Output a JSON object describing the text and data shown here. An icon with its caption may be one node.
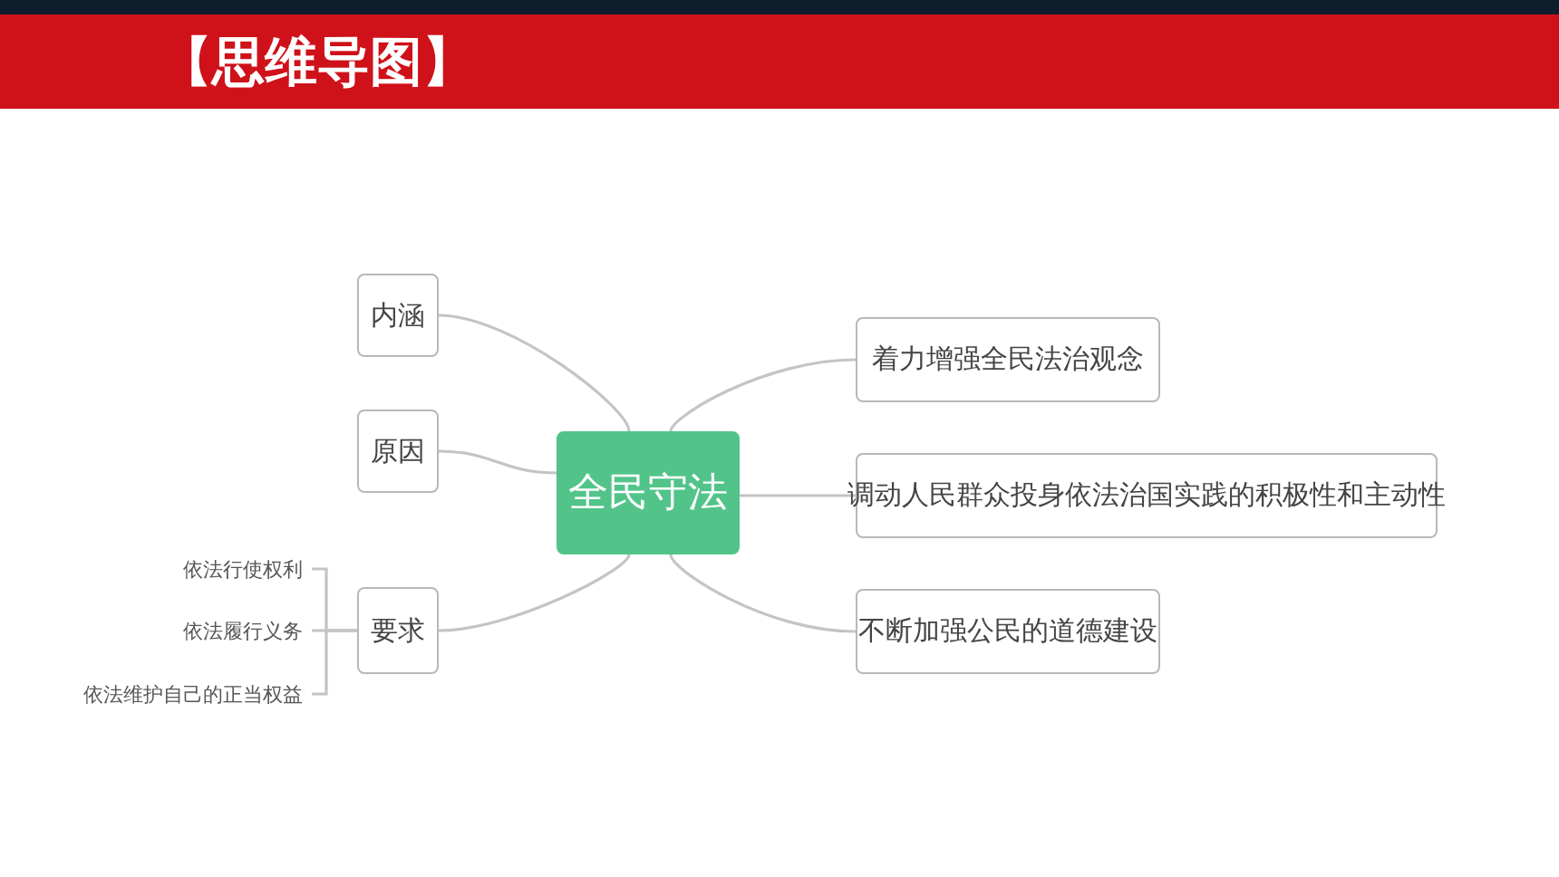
{
  "diagram": {
    "title": "【思维导图】",
    "nodes": [
      {
        "text": [
          "全民守法"
        ]
      },
      {
        "text": [
          "内涵"
        ]
      },
      {
        "text": [
          "原因"
        ]
      },
      {
        "text": [
          "要求"
        ]
      },
      {
        "text": [
          "着力增强全民法治观念"
        ]
      },
      {
        "text": [
          "调动人民群众投身依法治国实践的积极性和主动性"
        ]
      },
      {
        "text": [
          "不断加强公民的道德建设"
        ]
      },
      {
        "text": [
          "依法行使权利"
        ]
      },
      {
        "text": [
          "依法履行义务"
        ]
      },
      {
        "text": [
          "依法维护自己的正当权益"
        ]
      }
    ],
    "edges": [
      {
        "from": 0,
        "to": 1,
        "arrow": "none"
      },
      {
        "from": 0,
        "to": 2,
        "arrow": "none"
      },
      {
        "from": 0,
        "to": 3,
        "arrow": "none"
      },
      {
        "from": 0,
        "to": 4,
        "arrow": "none"
      },
      {
        "from": 0,
        "to": 5,
        "arrow": "none"
      },
      {
        "from": 0,
        "to": 6,
        "arrow": "none"
      },
      {
        "from": 3,
        "to": 7,
        "arrow": "none"
      },
      {
        "from": 3,
        "to": 8,
        "arrow": "none"
      },
      {
        "from": 3,
        "to": 9,
        "arrow": "none"
      }
    ]
  }
}
